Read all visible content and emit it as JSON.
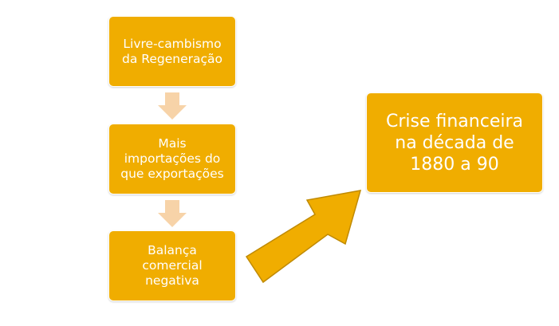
{
  "boxes": {
    "box1": {
      "lines": [
        "Livre-cambismo",
        "da Regeneração"
      ]
    },
    "box2": {
      "lines": [
        "Mais",
        "importações do",
        "que exportações"
      ]
    },
    "box3": {
      "lines": [
        "Balança",
        "comercial",
        "negativa"
      ]
    },
    "box4": {
      "lines": [
        "Crise financeira",
        "na década de",
        "1880 a 90"
      ]
    }
  },
  "colors": {
    "box_fill": "#f0ad00",
    "box_text": "#ffffff",
    "small_arrow": "#f7d3a8",
    "big_arrow_fill": "#f0ad00",
    "big_arrow_stroke": "#c08a00"
  }
}
